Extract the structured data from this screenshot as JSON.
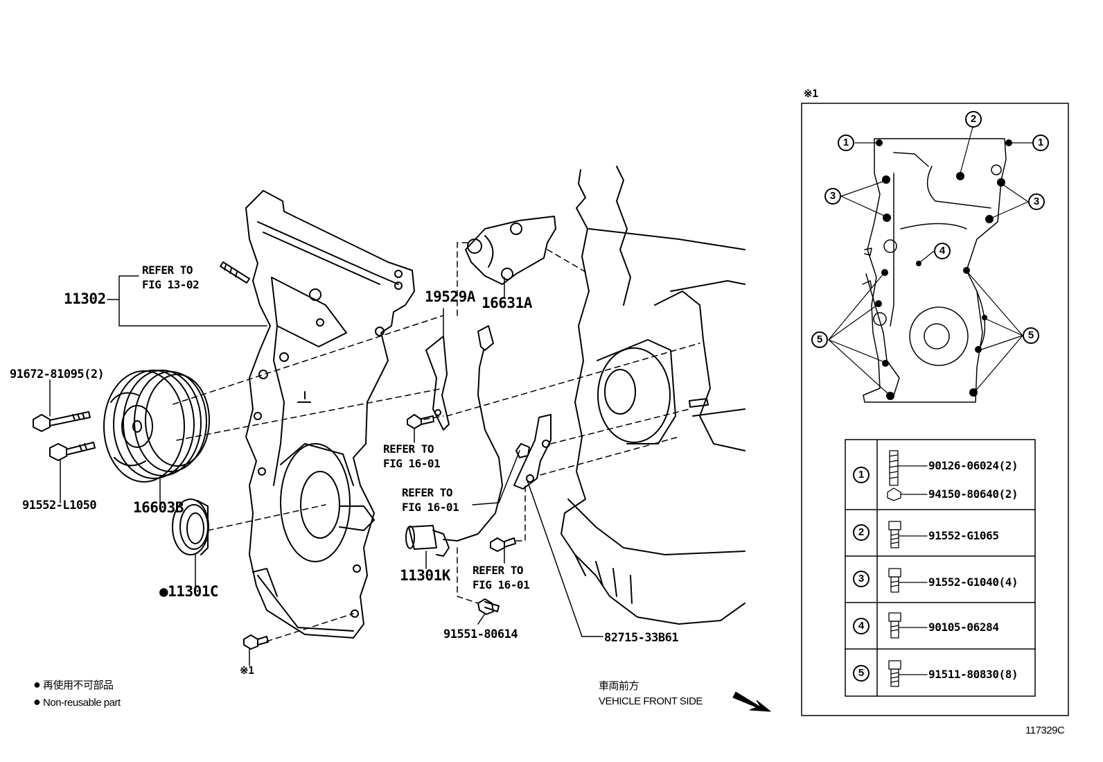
{
  "part_labels": {
    "p11302": "11302",
    "p91672": "91672-81095(2)",
    "p91552l": "91552-L1050",
    "p16603b": "16603B",
    "p11301c": "11301C",
    "p19529a": "19529A",
    "p16631a": "16631A",
    "p11301k": "11301K",
    "p91551": "91551-80614",
    "p82715": "82715-33B61"
  },
  "refer_labels": {
    "r1": "REFER TO\nFIG 13-02",
    "r2": "REFER TO\nFIG 16-01",
    "r3": "REFER TO\nFIG 16-01",
    "r4": "REFER TO\nFIG 16-01"
  },
  "note_mark": "※1",
  "inset_mark": "※1",
  "callouts": [
    "1",
    "2",
    "3",
    "4",
    "5"
  ],
  "legend": {
    "jp": "再使用不可部品",
    "en": "Non-reusable part"
  },
  "front": {
    "jp": "車両前方",
    "en": "VEHICLE FRONT SIDE"
  },
  "code": "117329C",
  "parts_table": [
    {
      "n": "1",
      "parts": [
        "90126-06024(2)",
        "94150-80640(2)"
      ]
    },
    {
      "n": "2",
      "parts": [
        "91552-G1065"
      ]
    },
    {
      "n": "3",
      "parts": [
        "91552-G1040(4)"
      ]
    },
    {
      "n": "4",
      "parts": [
        "90105-06284"
      ]
    },
    {
      "n": "5",
      "parts": [
        "91511-80830(8)"
      ]
    }
  ]
}
